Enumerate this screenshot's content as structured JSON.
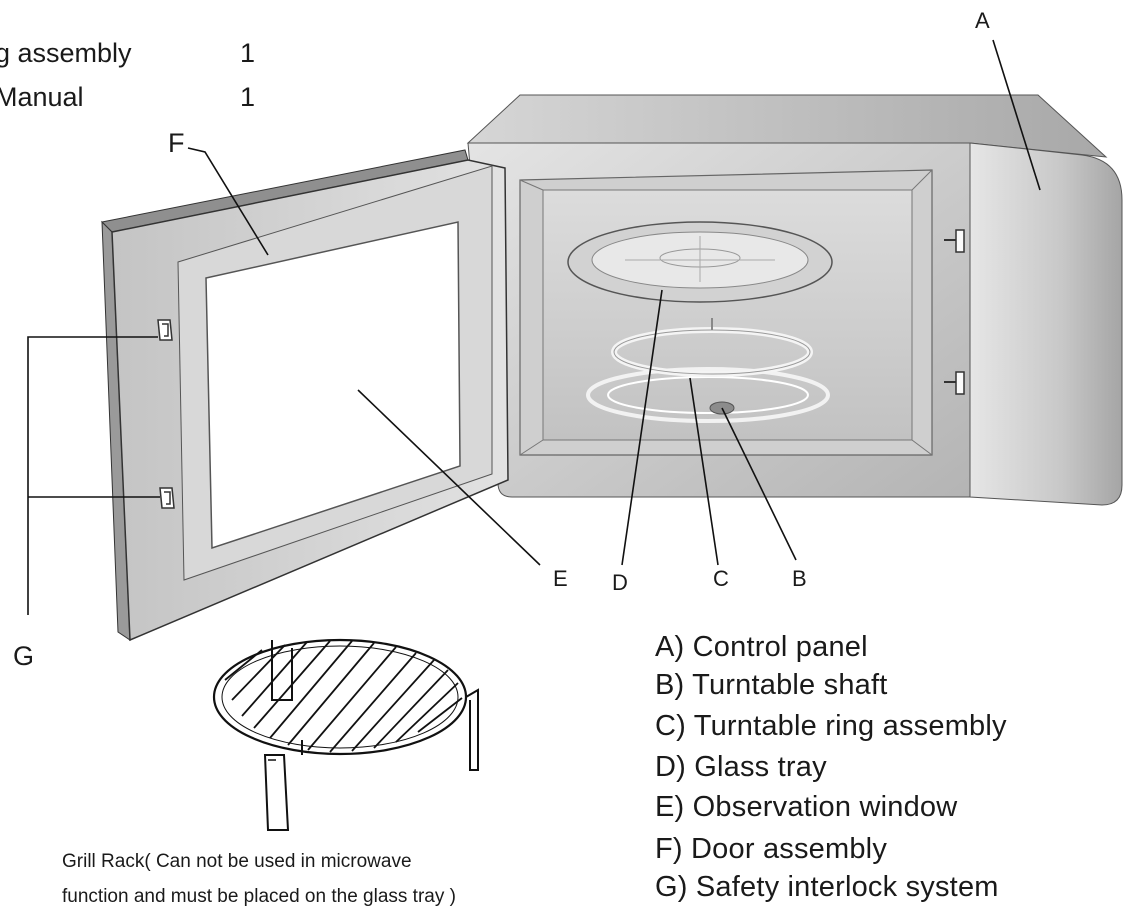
{
  "parts_list": [
    {
      "name": "g assembly",
      "qty": "1"
    },
    {
      "name": "Manual",
      "qty": "1"
    }
  ],
  "callouts": {
    "A": "A",
    "B": "B",
    "C": "C",
    "D": "D",
    "E": "E",
    "F": "F",
    "G": "G"
  },
  "legend": [
    "A) Control panel",
    "B) Turntable shaft",
    "C) Turntable ring assembly",
    "D) Glass tray",
    "E) Observation window",
    "F) Door assembly",
    "G) Safety interlock system"
  ],
  "grill_caption": {
    "line1": "Grill Rack( Can not be used in microwave",
    "line2": "function and must be placed on the glass tray )"
  }
}
